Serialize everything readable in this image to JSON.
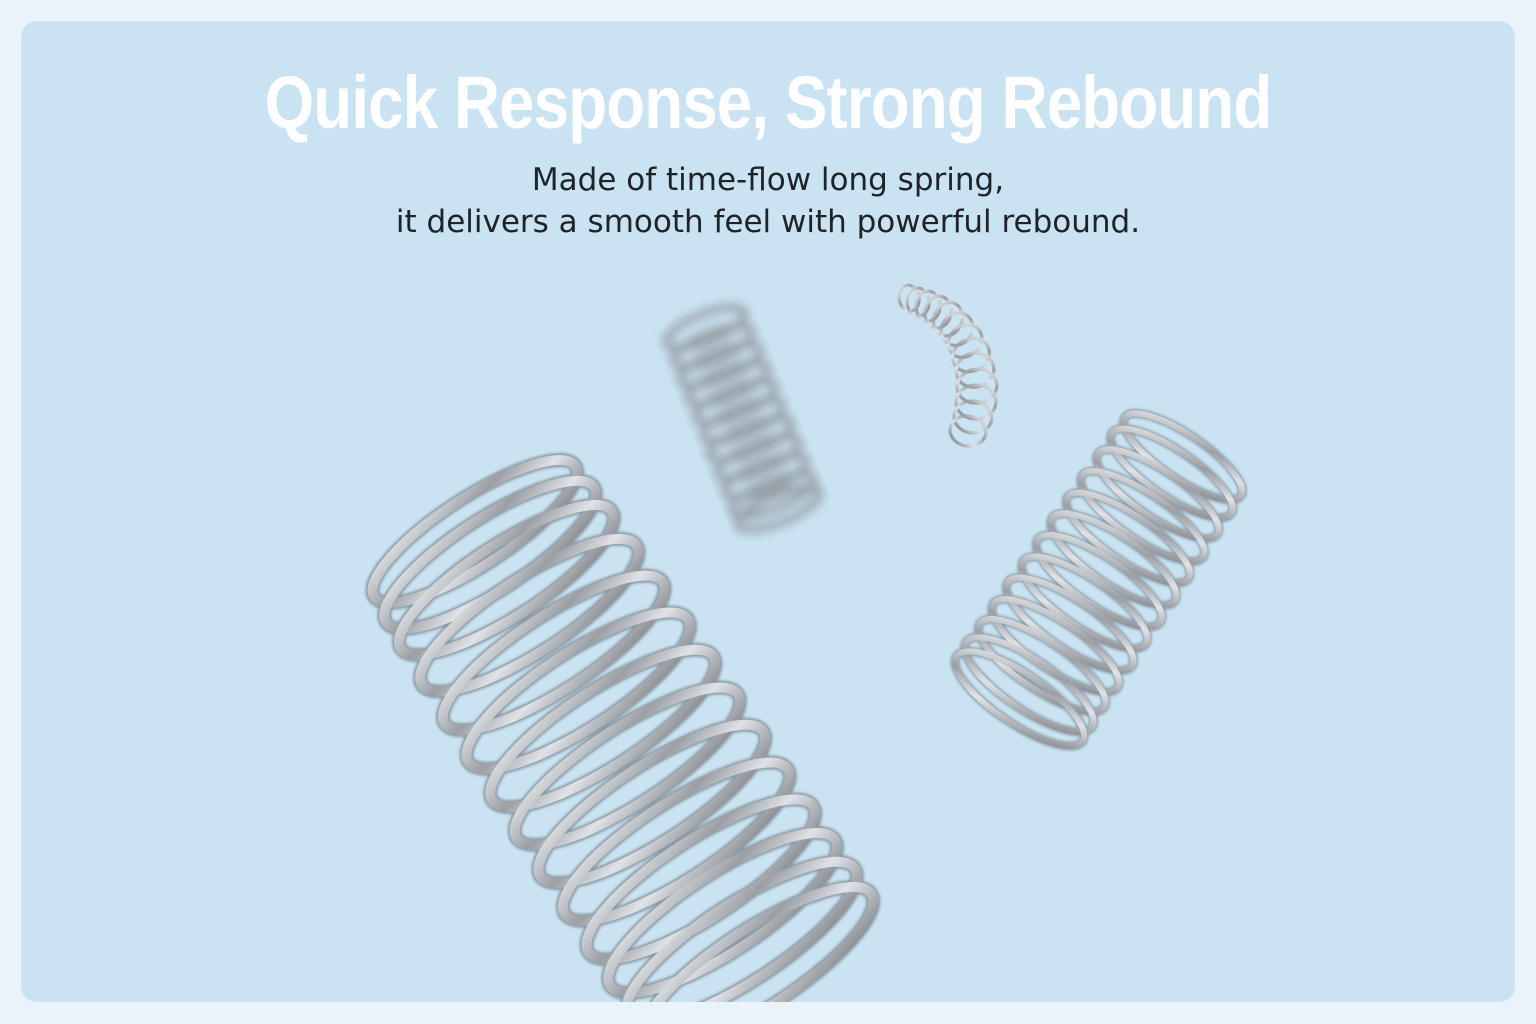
{
  "headline": "Quick Response, Strong Rebound",
  "subtitle": {
    "line1": "Made of time-flow long spring,",
    "line2": "it delivers a smooth feel with powerful rebound."
  },
  "colors": {
    "page_bg": "#eaf2fa",
    "card_bg": "#c9e3f2",
    "headline": "#ffffff",
    "subtitle": "#1f2328",
    "spring_metal": "#8a8d91"
  },
  "illustration": {
    "items": [
      "large-spring",
      "medium-spring",
      "blurred-spring",
      "small-curved-spring"
    ]
  }
}
